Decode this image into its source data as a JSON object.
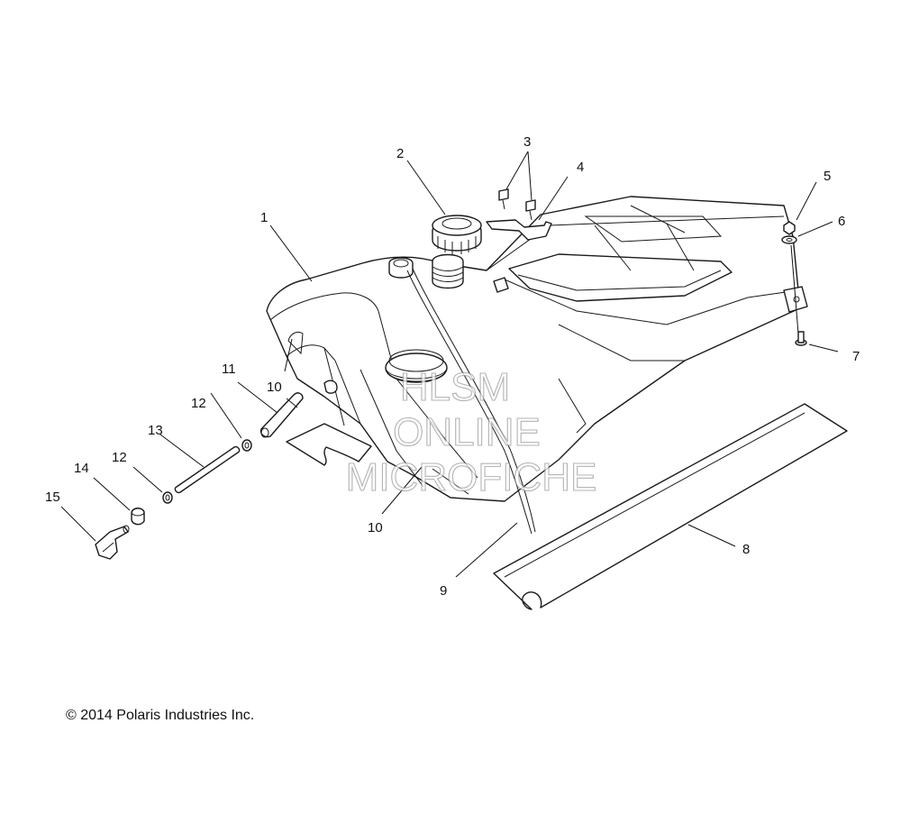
{
  "copyright": "© 2014 Polaris Industries Inc.",
  "watermark": {
    "line1": "HLSM",
    "line2": "ONLINE",
    "line3": "MICROFICHE"
  },
  "callouts": {
    "c1": "1",
    "c2": "2",
    "c3": "3",
    "c4": "4",
    "c5": "5",
    "c6": "6",
    "c7": "7",
    "c8": "8",
    "c9": "9",
    "c10a": "10",
    "c10b": "10",
    "c11": "11",
    "c12a": "12",
    "c12b": "12",
    "c13": "13",
    "c14": "14",
    "c15": "15"
  }
}
